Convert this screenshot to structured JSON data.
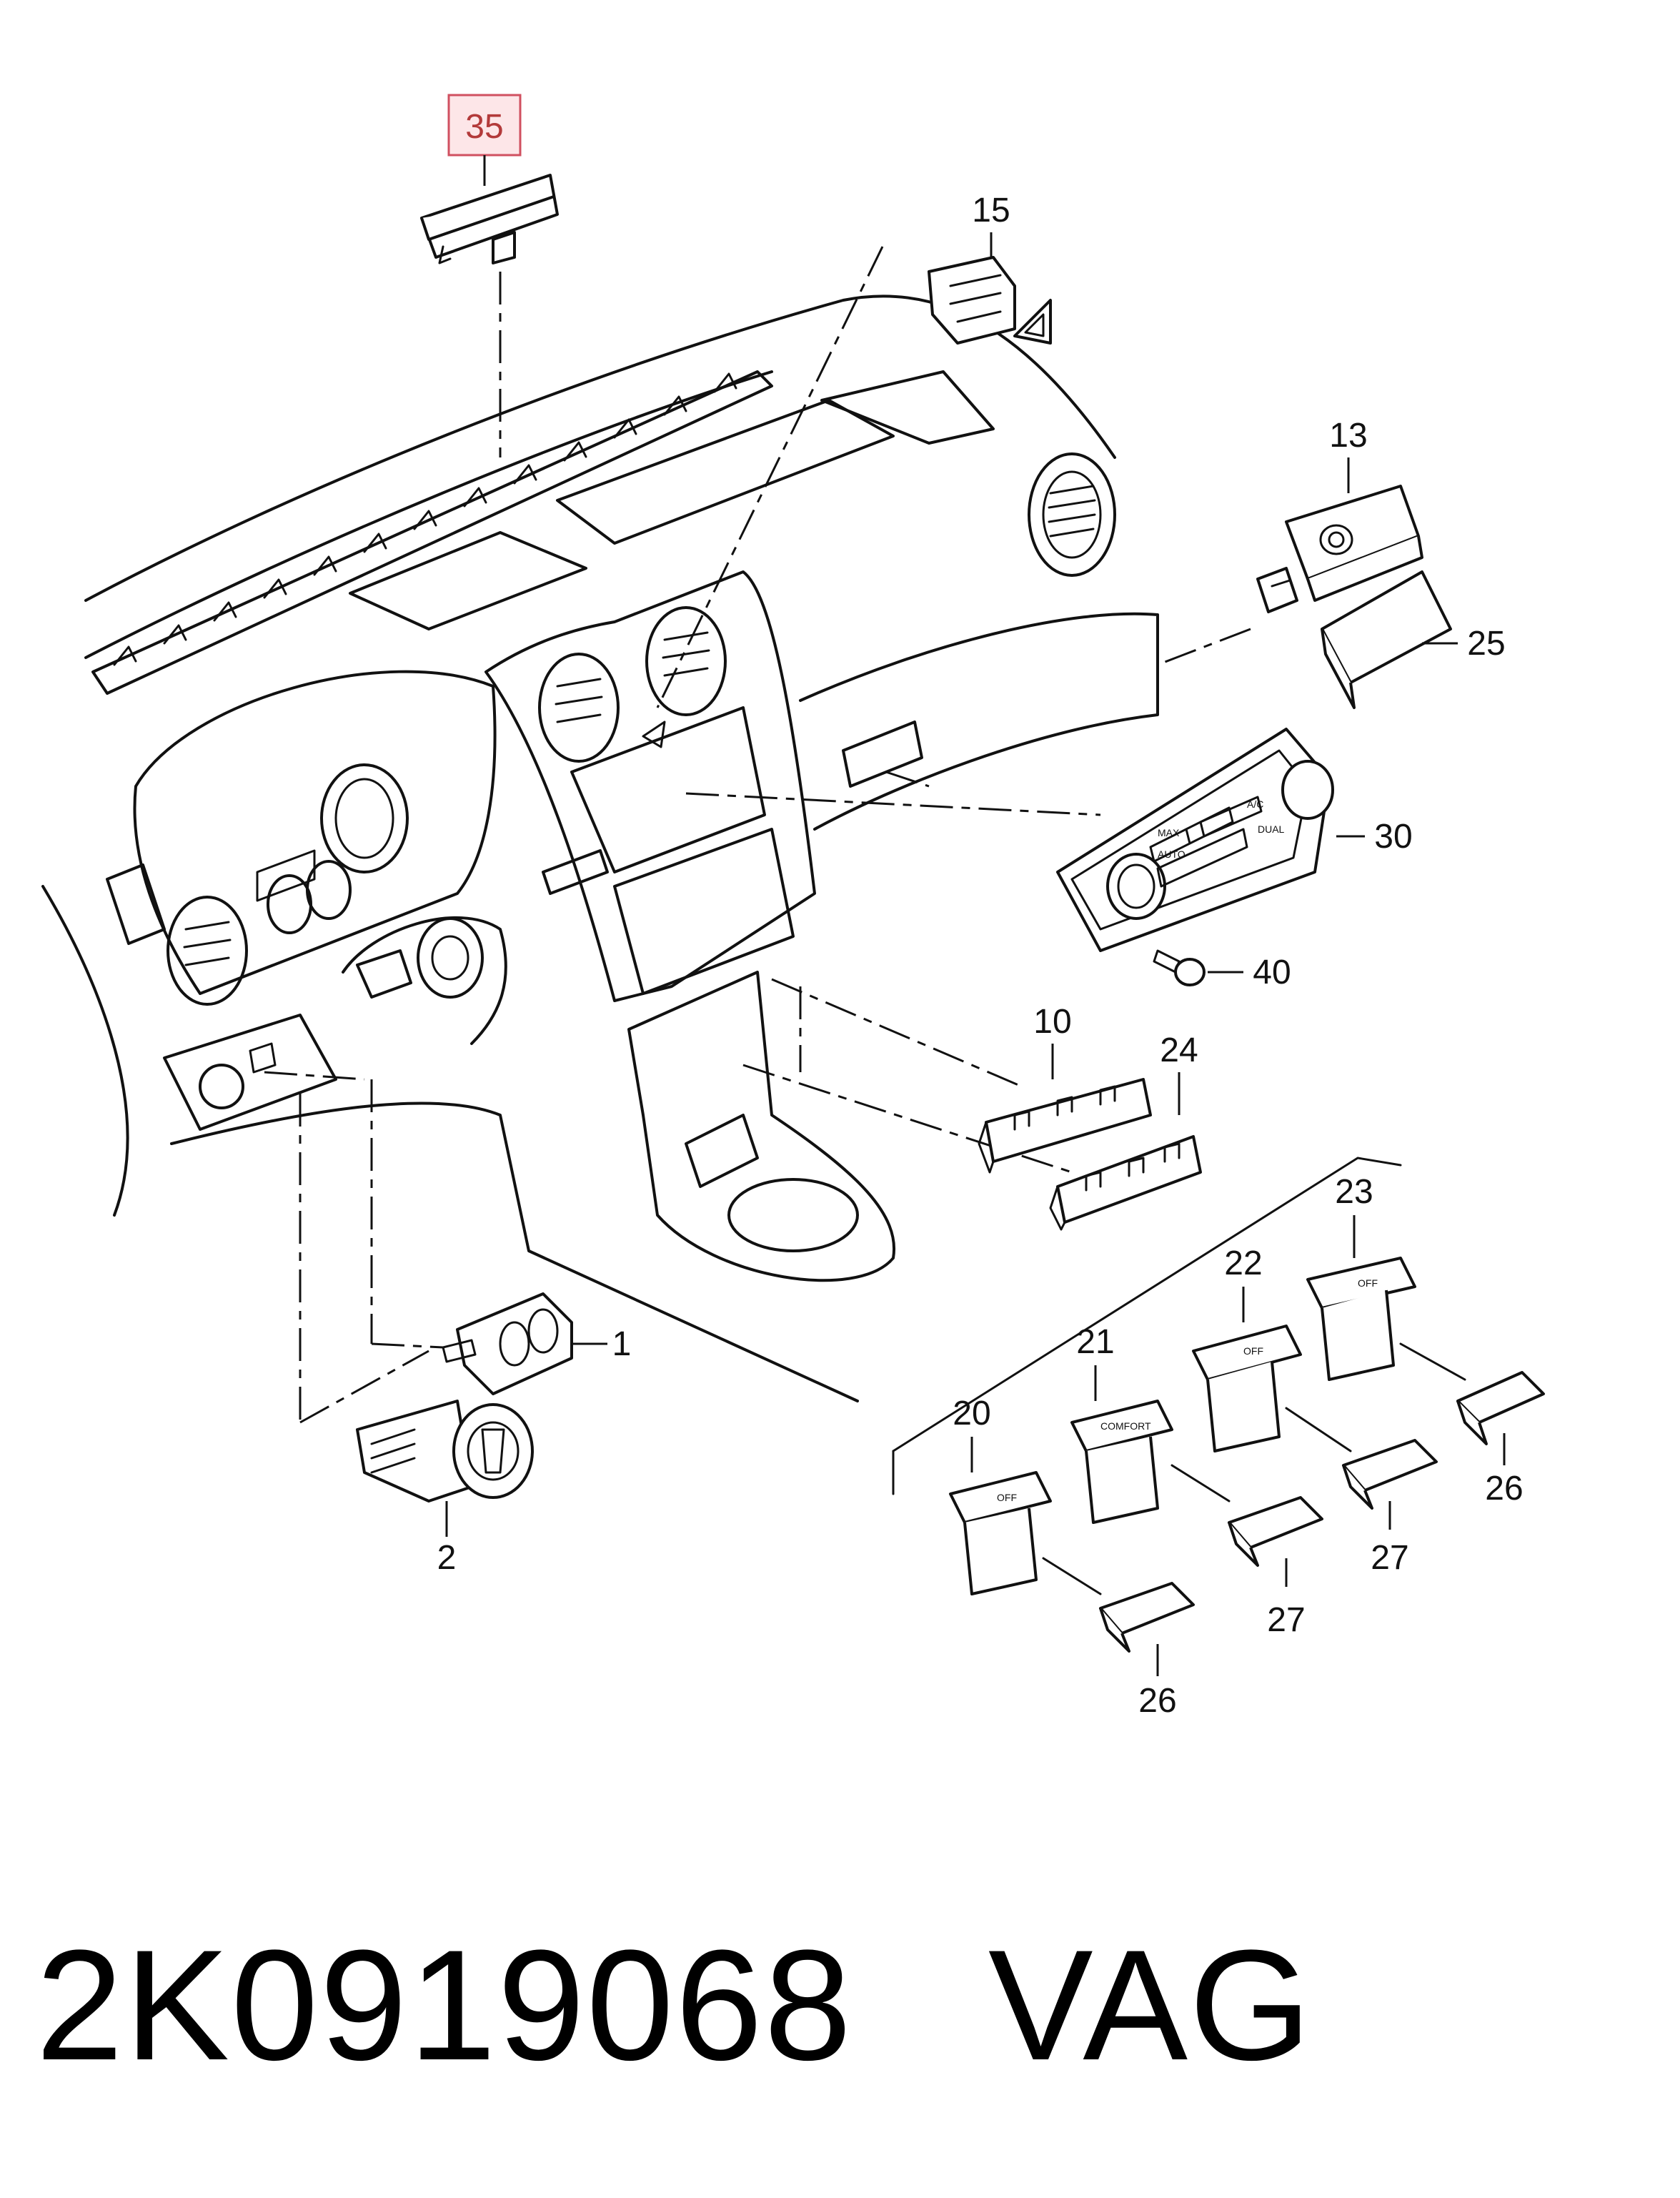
{
  "diagram": {
    "callouts": [
      {
        "id": "35",
        "highlighted": true
      },
      {
        "id": "15"
      },
      {
        "id": "13"
      },
      {
        "id": "25"
      },
      {
        "id": "30"
      },
      {
        "id": "40"
      },
      {
        "id": "10"
      },
      {
        "id": "24"
      },
      {
        "id": "23"
      },
      {
        "id": "22"
      },
      {
        "id": "21"
      },
      {
        "id": "20"
      },
      {
        "id": "26"
      },
      {
        "id": "27"
      },
      {
        "id": "1"
      },
      {
        "id": "2"
      }
    ],
    "labels": {
      "c35": "35",
      "c15": "15",
      "c13": "13",
      "c25": "25",
      "c30": "30",
      "c40": "40",
      "c10": "10",
      "c24": "24",
      "c23": "23",
      "c22": "22",
      "c21": "21",
      "c20": "20",
      "c26a": "26",
      "c26b": "26",
      "c27a": "27",
      "c27b": "27",
      "c1": "1",
      "c2": "2"
    },
    "button_markings": {
      "hvac_auto": "AUTO",
      "hvac_ac": "A/C",
      "hvac_dual": "DUAL",
      "hvac_max": "MAX",
      "sw20": "OFF",
      "sw21": "COMFORT",
      "sw22": "OFF",
      "sw23": "OFF"
    },
    "highlight_color": "#d05060"
  },
  "caption": {
    "part_number": "2K0919068",
    "brand": "VAG"
  }
}
